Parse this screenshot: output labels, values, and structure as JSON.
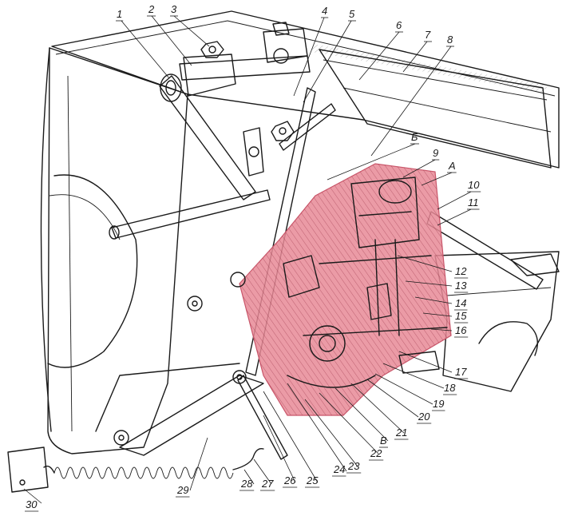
{
  "colors": {
    "ink": "#1a1a1a",
    "paper": "#ffffff",
    "highlight": "#e88a96",
    "highlight_dark": "#c9566a"
  },
  "callouts": [
    "1",
    "2",
    "3",
    "4",
    "5",
    "6",
    "7",
    "8",
    "Б",
    "9",
    "А",
    "10",
    "11",
    "12",
    "13",
    "14",
    "15",
    "16",
    "17",
    "18",
    "19",
    "20",
    "21",
    "В",
    "22",
    "23",
    "24",
    "25",
    "26",
    "27",
    "28",
    "29",
    "30"
  ]
}
